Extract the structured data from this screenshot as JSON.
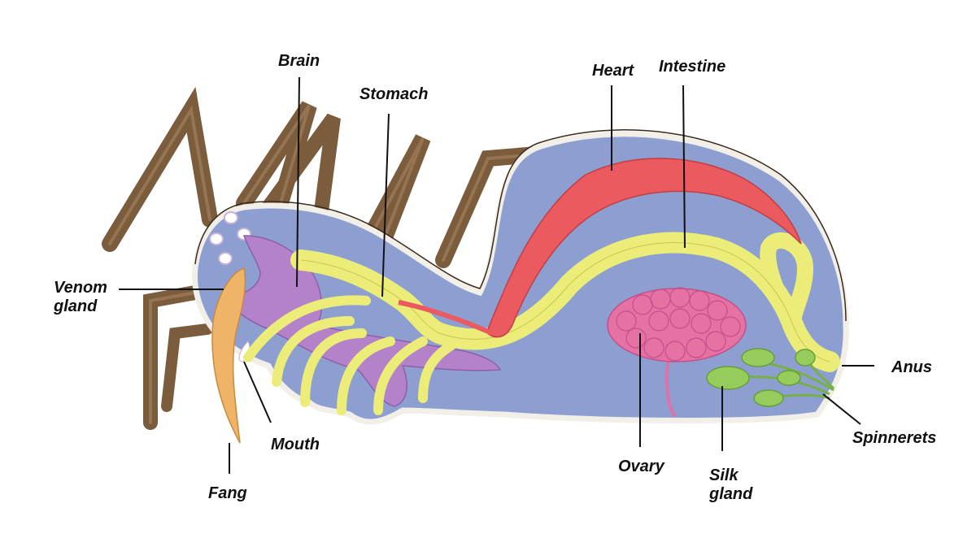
{
  "colors": {
    "background": "#ffffff",
    "body": "#8c9fd0",
    "outline": "#f2eee8",
    "legs": "#8a6a46",
    "nerve": "#b482c8",
    "digestive": "#ecec78",
    "heart": "#ea5a5e",
    "ovary": "#e672a4",
    "silk": "#96cc5c",
    "fang": "#f0b468",
    "leader_line": "#111111"
  },
  "labels": {
    "brain": "Brain",
    "stomach": "Stomach",
    "heart": "Heart",
    "intestine": "Intestine",
    "venom_gland_1": "Venom",
    "venom_gland_2": "gland",
    "mouth": "Mouth",
    "fang": "Fang",
    "ovary": "Ovary",
    "silk_gland_1": "Silk",
    "silk_gland_2": "gland",
    "anus": "Anus",
    "spinnerets": "Spinnerets"
  }
}
